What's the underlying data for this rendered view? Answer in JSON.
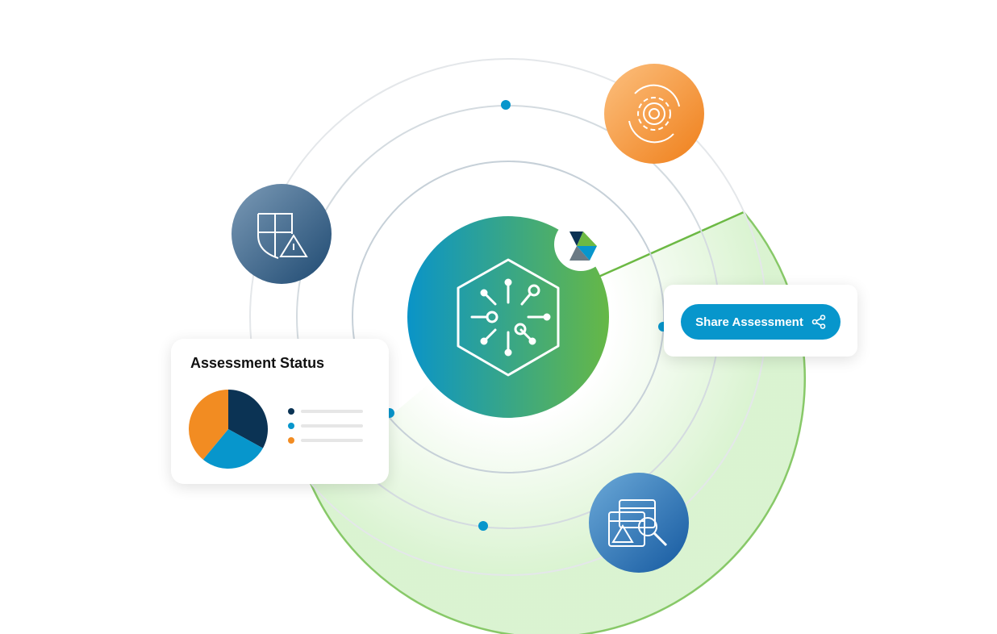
{
  "status_card": {
    "title": "Assessment Status",
    "pie": [
      {
        "share": 0.33,
        "color": "#0b3354"
      },
      {
        "share": 0.28,
        "color": "#0796cc"
      },
      {
        "share": 0.39,
        "color": "#f28c22"
      }
    ]
  },
  "share": {
    "label": "Share Assessment",
    "icon": "share-icon"
  },
  "colors": {
    "accent_blue": "#0796cc",
    "green": "#6cb944",
    "orange": "#f28c22",
    "navy": "#0b3354"
  }
}
